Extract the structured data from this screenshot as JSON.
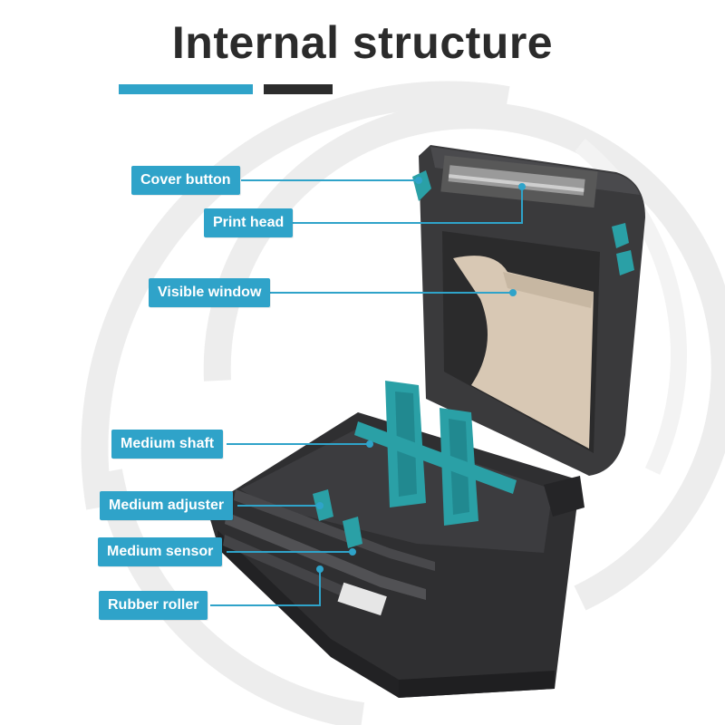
{
  "title": "Internal structure",
  "accent_color": "#2fa3c9",
  "dark_color": "#2c2c2c",
  "labels": [
    {
      "text": "Cover button"
    },
    {
      "text": "Print head"
    },
    {
      "text": "Visible window"
    },
    {
      "text": "Medium shaft"
    },
    {
      "text": "Medium adjuster"
    },
    {
      "text": "Medium sensor"
    },
    {
      "text": "Rubber roller"
    }
  ]
}
